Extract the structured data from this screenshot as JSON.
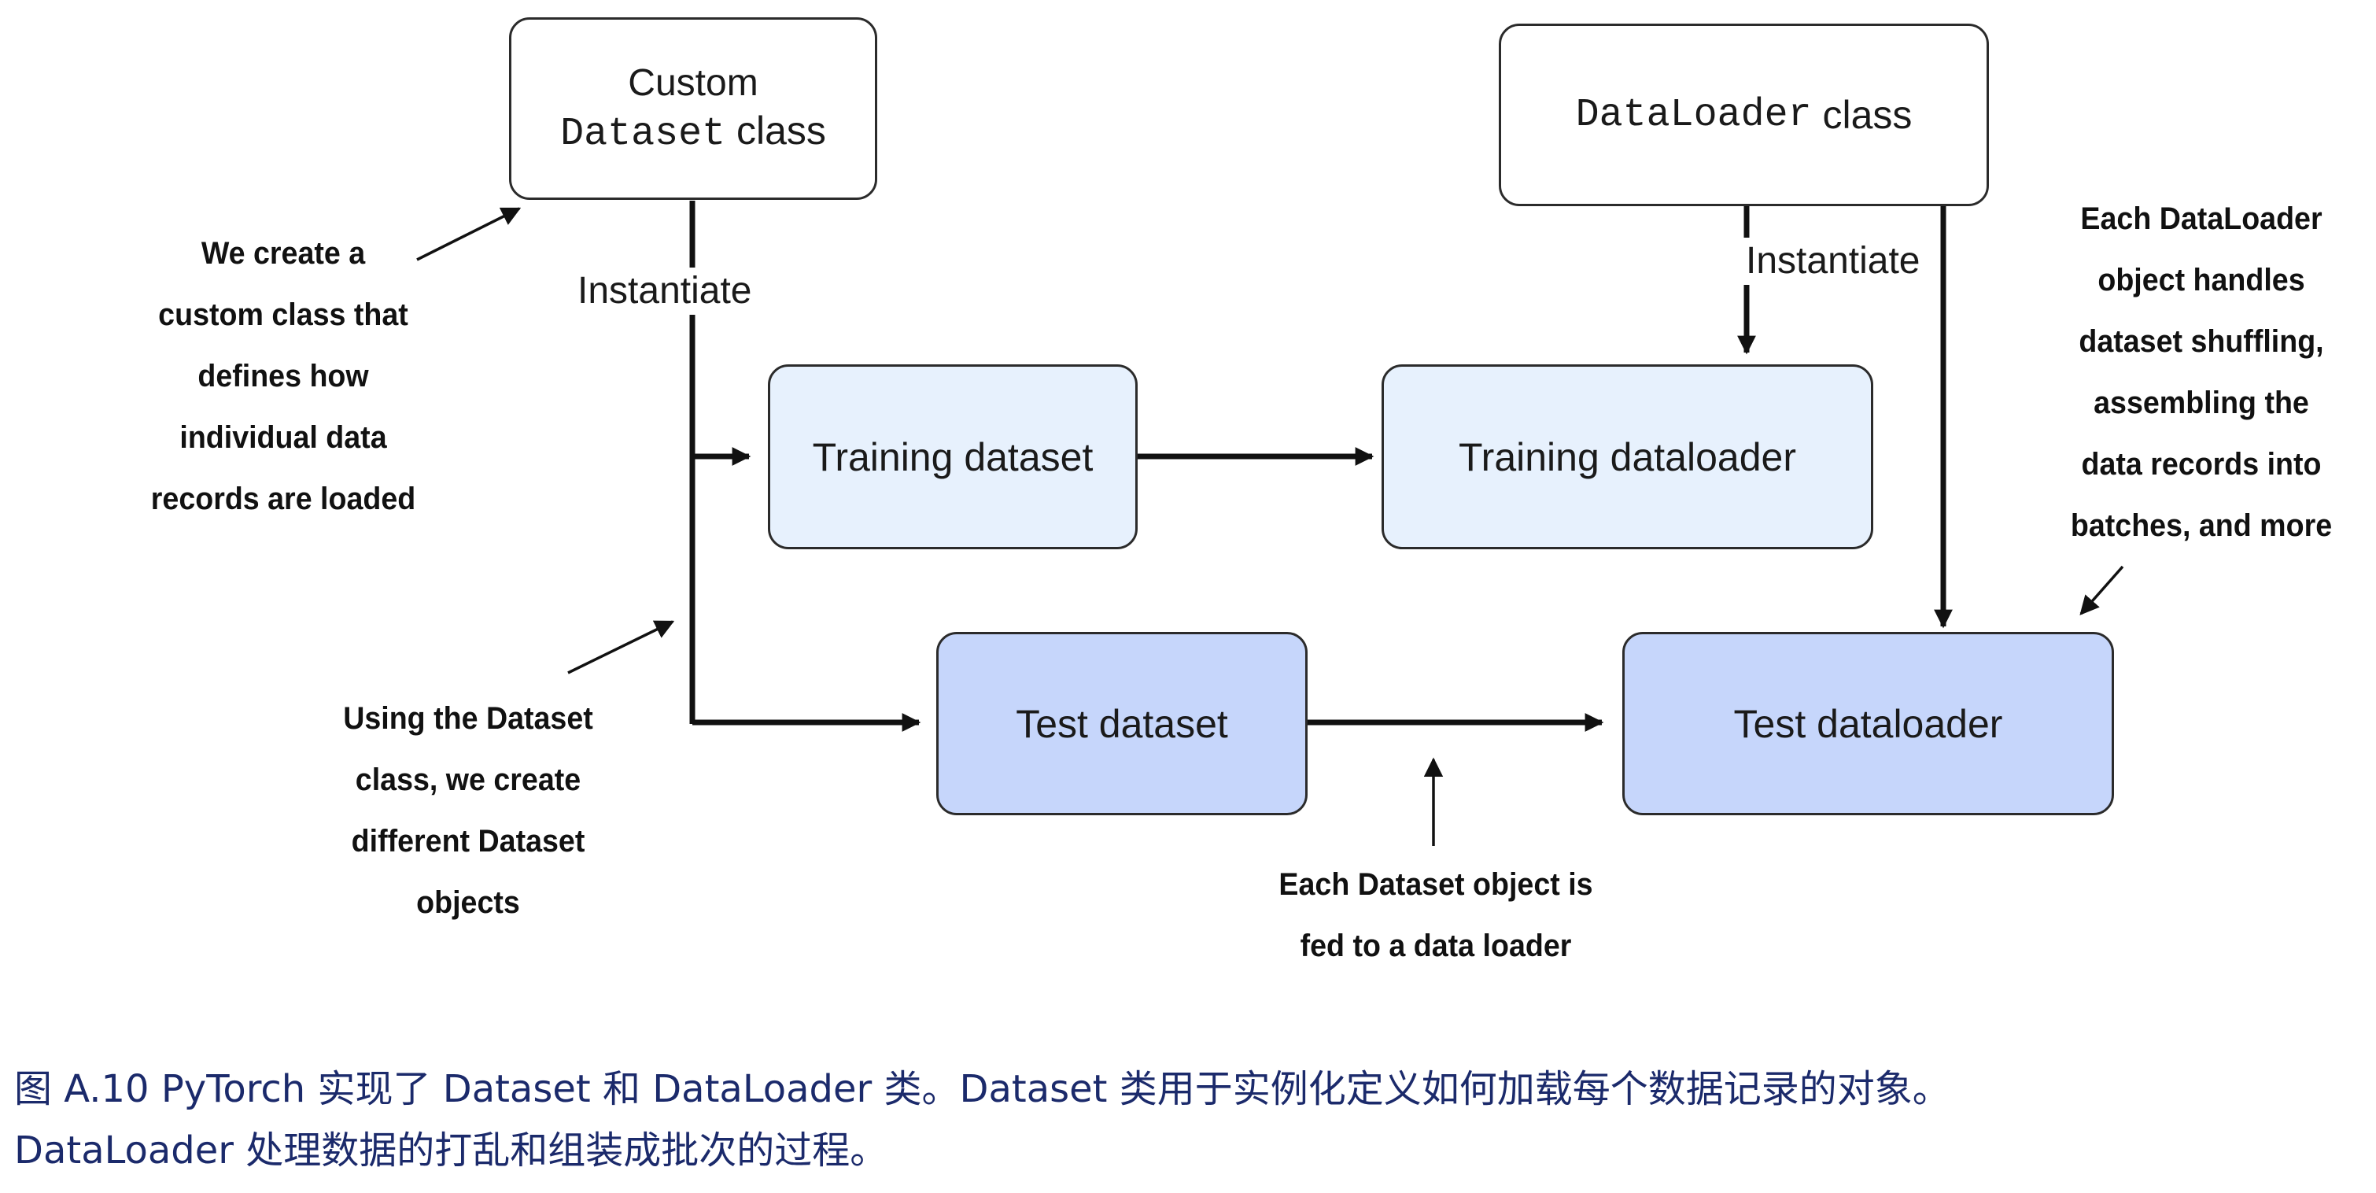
{
  "boxes": {
    "custom_dataset": {
      "line1": "Custom",
      "code": "Dataset",
      "rest": " class"
    },
    "dataloader": {
      "code": "DataLoader",
      "rest": " class"
    },
    "training_dataset": "Training dataset",
    "training_dataloader": "Training dataloader",
    "test_dataset": "Test dataset",
    "test_dataloader": "Test dataloader"
  },
  "labels": {
    "instantiate_left": "Instantiate",
    "instantiate_right": "Instantiate"
  },
  "notes": {
    "custom_class": [
      "We create a",
      "custom class that",
      "defines how",
      "individual data",
      "records are loaded"
    ],
    "dataset_objects": [
      "Using the Dataset",
      "class, we create",
      "different Dataset",
      "objects"
    ],
    "fed_to_loader": [
      "Each Dataset object is",
      "fed to a data loader"
    ],
    "dataloader_handles": [
      "Each DataLoader",
      "object handles",
      "dataset shuffling,",
      "assembling the",
      "data records into",
      "batches, and more"
    ]
  },
  "caption": {
    "line1": "图 A.10 PyTorch 实现了 Dataset 和 DataLoader 类。Dataset 类用于实例化定义如何加载每个数据记录的对象。",
    "line2": "DataLoader 处理数据的打乱和组装成批次的过程。"
  },
  "colors": {
    "box_white": "#ffffff",
    "box_light_blue": "#e7f1fd",
    "box_blue": "#c6d6fb",
    "stroke": "#111111",
    "caption_text": "#1b2a6b"
  }
}
